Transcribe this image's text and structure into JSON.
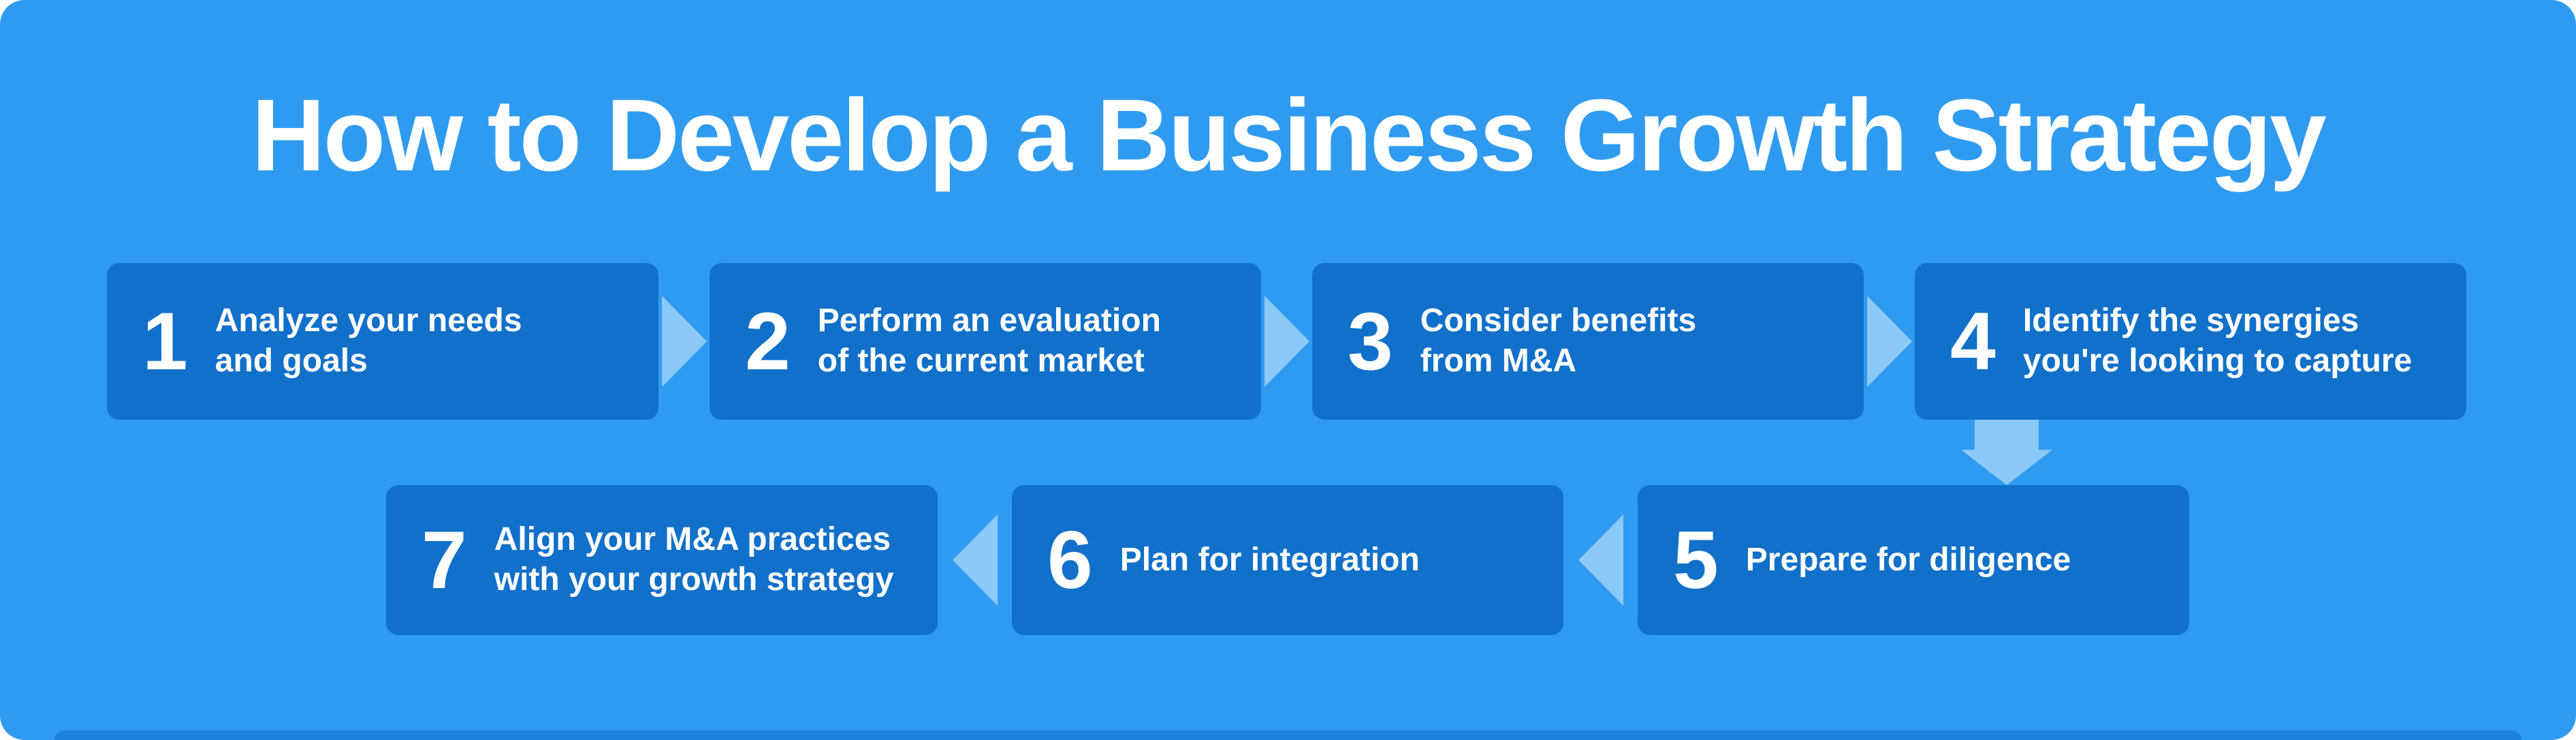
{
  "title": "How to Develop a Business Growth Strategy",
  "colors": {
    "background": "#2F9BF0",
    "box": "#1170CA",
    "arrow": "#8AC9F8",
    "text": "#FFFFFF",
    "footer": "#1D82DA"
  },
  "steps": [
    {
      "number": "1",
      "lines": [
        "Analyze your needs",
        "and goals"
      ]
    },
    {
      "number": "2",
      "lines": [
        "Perform an evaluation",
        "of the current market"
      ]
    },
    {
      "number": "3",
      "lines": [
        "Consider benefits",
        "from M&A"
      ]
    },
    {
      "number": "4",
      "lines": [
        "Identify the synergies",
        "you're looking to capture"
      ]
    },
    {
      "number": "5",
      "lines": [
        "Prepare for diligence"
      ]
    },
    {
      "number": "6",
      "lines": [
        "Plan for integration"
      ]
    },
    {
      "number": "7",
      "lines": [
        "Align your M&A practices",
        "with your growth strategy"
      ]
    }
  ]
}
